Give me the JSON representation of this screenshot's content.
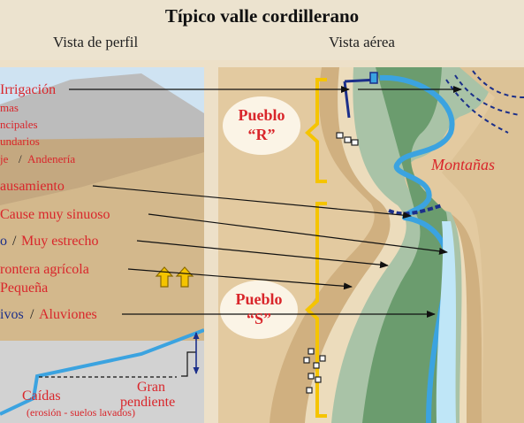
{
  "header": {
    "title": "Típico valle cordillerano",
    "profile_view": "Vista de perfil",
    "aerial_view": "Vista aérea"
  },
  "labels": {
    "irrigation": "Irrigación",
    "systems": "mas",
    "principal": "ncipales",
    "secondary": "undarios",
    "drainage": "je",
    "slash": "/",
    "terraces": "Andenería",
    "channeling": "ausamiento",
    "winding_channel": "Cause muy sinuoso",
    "wide_prefix": "o",
    "very_narrow": "Muy estrecho",
    "frontier": "rontera agrícola",
    "small": "Pequeña",
    "fans_prefix": "ivos",
    "alluvium": "Aluviones",
    "falls": "Caídas",
    "erosion": "(erosión - suelos lavados)",
    "steep_1": "Gran",
    "steep_2": "pendiente",
    "town_r_1": "Pueblo",
    "town_r_2": "“R”",
    "town_s_1": "Pueblo",
    "town_s_2": "“S”",
    "mountains": "Montañas"
  },
  "colors": {
    "label_red": "#d9262b",
    "river_blue": "#3ba3e0",
    "town_yellow": "#f5c400"
  }
}
